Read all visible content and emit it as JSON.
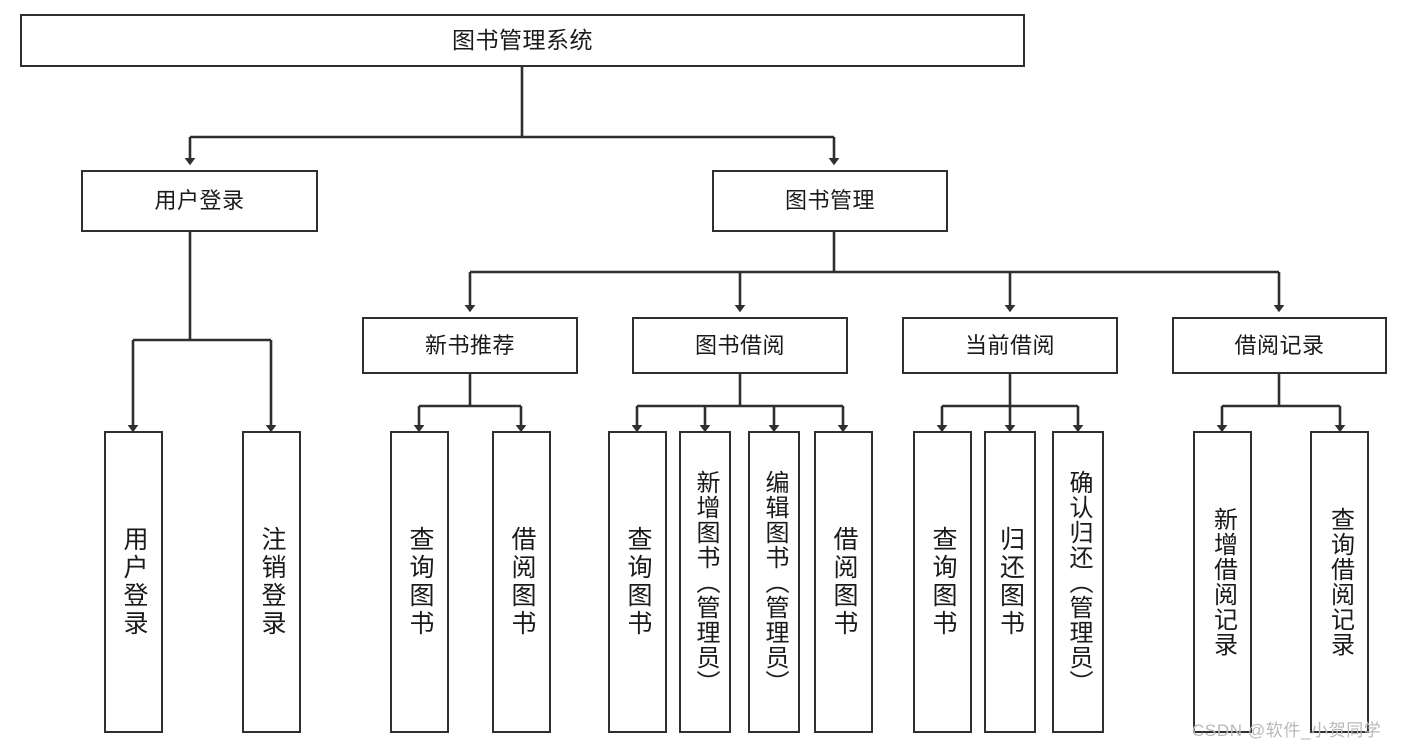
{
  "diagram": {
    "type": "tree",
    "title": "图书管理系统",
    "watermark": "CSDN @软件_小贺同学",
    "colors": {
      "box_border": "#2f2f2f",
      "box_fill": "#ffffff",
      "edge": "#2f2f2f",
      "text": "#1a1a1a",
      "watermark": "#b9b9b9",
      "background": "#ffffff"
    },
    "nodes": {
      "root": {
        "label": "图书管理系统"
      },
      "level2": [
        {
          "id": "user-login",
          "label": "用户登录"
        },
        {
          "id": "book-manage",
          "label": "图书管理"
        }
      ],
      "level3": [
        {
          "id": "new-book-rec",
          "label": "新书推荐"
        },
        {
          "id": "book-borrow",
          "label": "图书借阅"
        },
        {
          "id": "current-borrow",
          "label": "当前借阅"
        },
        {
          "id": "borrow-record",
          "label": "借阅记录"
        }
      ],
      "leaves": {
        "user_login": [
          {
            "id": "leaf-user-login",
            "label": "用户登录"
          },
          {
            "id": "leaf-logout",
            "label": "注销登录"
          }
        ],
        "new_book_rec": [
          {
            "id": "leaf-query-book-1",
            "label": "查询图书"
          },
          {
            "id": "leaf-borrow-book-1",
            "label": "借阅图书"
          }
        ],
        "book_borrow": [
          {
            "id": "leaf-query-book-2",
            "label": "查询图书"
          },
          {
            "id": "leaf-add-book",
            "label": "新增图书（管理员）"
          },
          {
            "id": "leaf-edit-book",
            "label": "编辑图书（管理员）"
          },
          {
            "id": "leaf-borrow-book-2",
            "label": "借阅图书"
          }
        ],
        "current_borrow": [
          {
            "id": "leaf-query-book-3",
            "label": "查询图书"
          },
          {
            "id": "leaf-return-book",
            "label": "归还图书"
          },
          {
            "id": "leaf-confirm-return",
            "label": "确认归还（管理员）"
          }
        ],
        "borrow_record": [
          {
            "id": "leaf-add-record",
            "label": "新增借阅记录"
          },
          {
            "id": "leaf-query-record",
            "label": "查询借阅记录"
          }
        ]
      }
    }
  }
}
